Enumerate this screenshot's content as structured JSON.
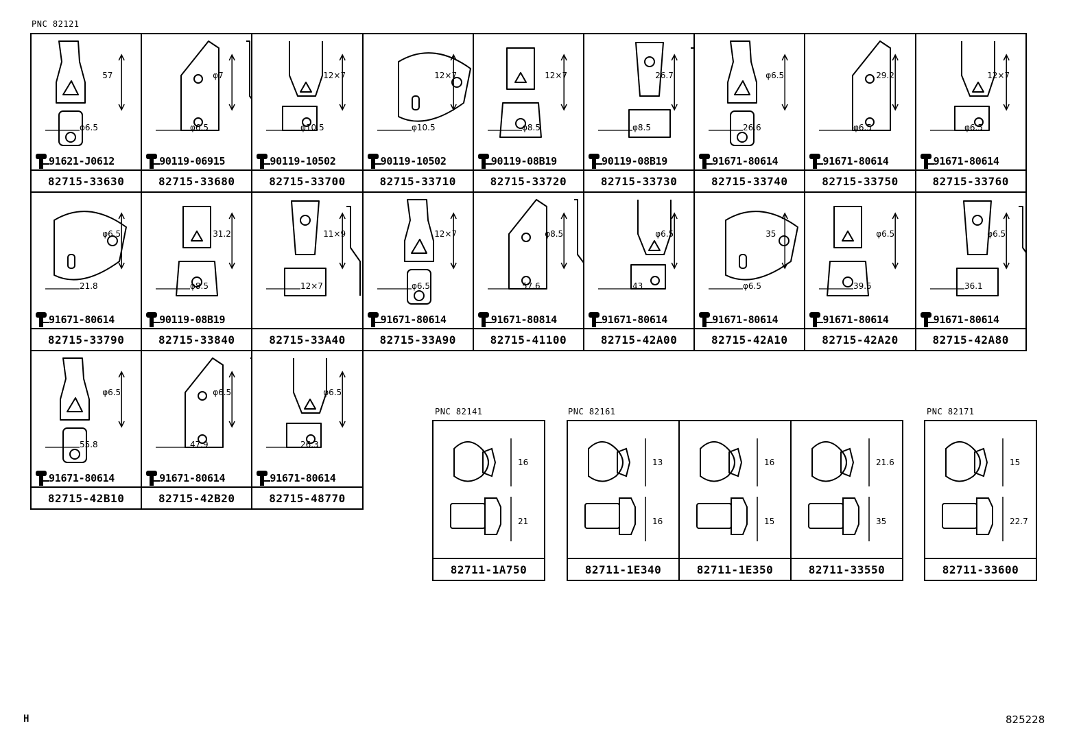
{
  "sections": [
    {
      "pnc": "PNC 82121",
      "cells": [
        {
          "part": "82715-33630",
          "bolt": "91621-J0612",
          "dims": [
            "57",
            "φ6.5"
          ]
        },
        {
          "part": "82715-33680",
          "bolt": "90119-06915",
          "dims": [
            "φ7",
            "φ6.5"
          ]
        },
        {
          "part": "82715-33700",
          "bolt": "90119-10502",
          "dims": [
            "12×7",
            "φ10.5"
          ]
        },
        {
          "part": "82715-33710",
          "bolt": "90119-10502",
          "dims": [
            "12×7",
            "φ10.5"
          ]
        },
        {
          "part": "82715-33720",
          "bolt": "90119-08B19",
          "dims": [
            "12×7",
            "φ8.5"
          ]
        },
        {
          "part": "82715-33730",
          "bolt": "90119-08B19",
          "dims": [
            "26.7",
            "φ8.5"
          ]
        },
        {
          "part": "82715-33740",
          "bolt": "91671-80614",
          "dims": [
            "φ6.5",
            "26.6"
          ]
        },
        {
          "part": "82715-33750",
          "bolt": "91671-80614",
          "dims": [
            "29.2",
            "φ6.5"
          ]
        },
        {
          "part": "82715-33760",
          "bolt": "91671-80614",
          "dims": [
            "12×7",
            "φ6.5"
          ]
        },
        {
          "part": "82715-33790",
          "bolt": "91671-80614",
          "dims": [
            "φ6.5",
            "21.8"
          ]
        },
        {
          "part": "82715-33840",
          "bolt": "90119-08B19",
          "dims": [
            "31.2",
            "φ8.5"
          ]
        },
        {
          "part": "82715-33A40",
          "bolt": "",
          "dims": [
            "11×9",
            "12×7"
          ]
        },
        {
          "part": "82715-33A90",
          "bolt": "91671-80614",
          "dims": [
            "12×7",
            "φ6.5"
          ]
        },
        {
          "part": "82715-41100",
          "bolt": "91671-80814",
          "dims": [
            "φ8.5",
            "57.6"
          ]
        },
        {
          "part": "82715-42A00",
          "bolt": "91671-80614",
          "dims": [
            "φ6.5",
            "43"
          ]
        },
        {
          "part": "82715-42A10",
          "bolt": "91671-80614",
          "dims": [
            "35",
            "φ6.5"
          ]
        },
        {
          "part": "82715-42A20",
          "bolt": "91671-80614",
          "dims": [
            "φ6.5",
            "39.5"
          ]
        },
        {
          "part": "82715-42A80",
          "bolt": "91671-80614",
          "dims": [
            "φ6.5",
            "36.1"
          ]
        },
        {
          "part": "82715-42B10",
          "bolt": "91671-80614",
          "dims": [
            "φ6.5",
            "55.8"
          ]
        },
        {
          "part": "82715-42B20",
          "bolt": "91671-80614",
          "dims": [
            "φ6.5",
            "47.9"
          ]
        },
        {
          "part": "82715-48770",
          "bolt": "91671-80614",
          "dims": [
            "φ6.5",
            "26.3"
          ]
        }
      ]
    },
    {
      "pnc": "PNC 82141",
      "cells": [
        {
          "part": "82711-1A750",
          "bolt": "",
          "dims": [
            "16",
            "21"
          ]
        }
      ]
    },
    {
      "pnc": "PNC 82161",
      "cells": [
        {
          "part": "82711-1E340",
          "bolt": "",
          "dims": [
            "13",
            "16"
          ]
        },
        {
          "part": "82711-1E350",
          "bolt": "",
          "dims": [
            "16",
            "15"
          ]
        },
        {
          "part": "82711-33550",
          "bolt": "",
          "dims": [
            "21.6",
            "35"
          ]
        }
      ]
    },
    {
      "pnc": "PNC 82171",
      "cells": [
        {
          "part": "82711-33600",
          "bolt": "",
          "dims": [
            "15",
            "22.7"
          ]
        }
      ]
    }
  ],
  "footer": {
    "left": "H",
    "right": "825228"
  }
}
